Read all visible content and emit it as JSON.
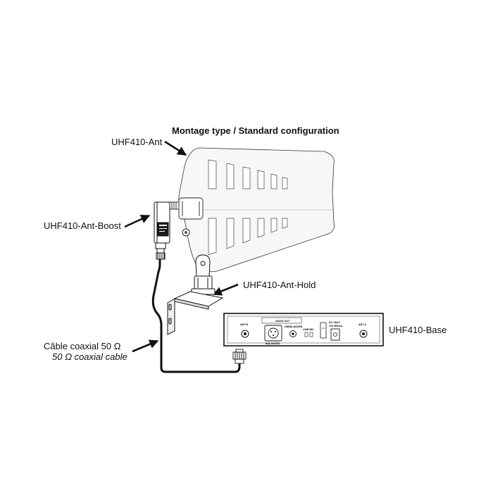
{
  "title": "Montage type / Standard configuration",
  "labels": {
    "antenna": "UHF410-Ant",
    "booster": "UHF410-Ant-Boost",
    "holder": "UHF410-Ant-Hold",
    "base": "UHF410-Base",
    "cable_fr": "Câble coaxial 50 Ω",
    "cable_en": "50 Ω coaxial cable"
  },
  "base_panel": {
    "ant_b": "ANT B",
    "ant_a": "ANT A",
    "audio_out": "AUDIO OUT",
    "unbalanced": "UNBALANCED",
    "balanced": "BALANCED",
    "line_mic": "LINE  MIC",
    "dc_only": "DC ONLY",
    "dc_rating": "12V 500mA"
  },
  "colors": {
    "line": "#111111",
    "antenna_fill": "#f7f7f7",
    "device_fill": "#ffffff"
  }
}
